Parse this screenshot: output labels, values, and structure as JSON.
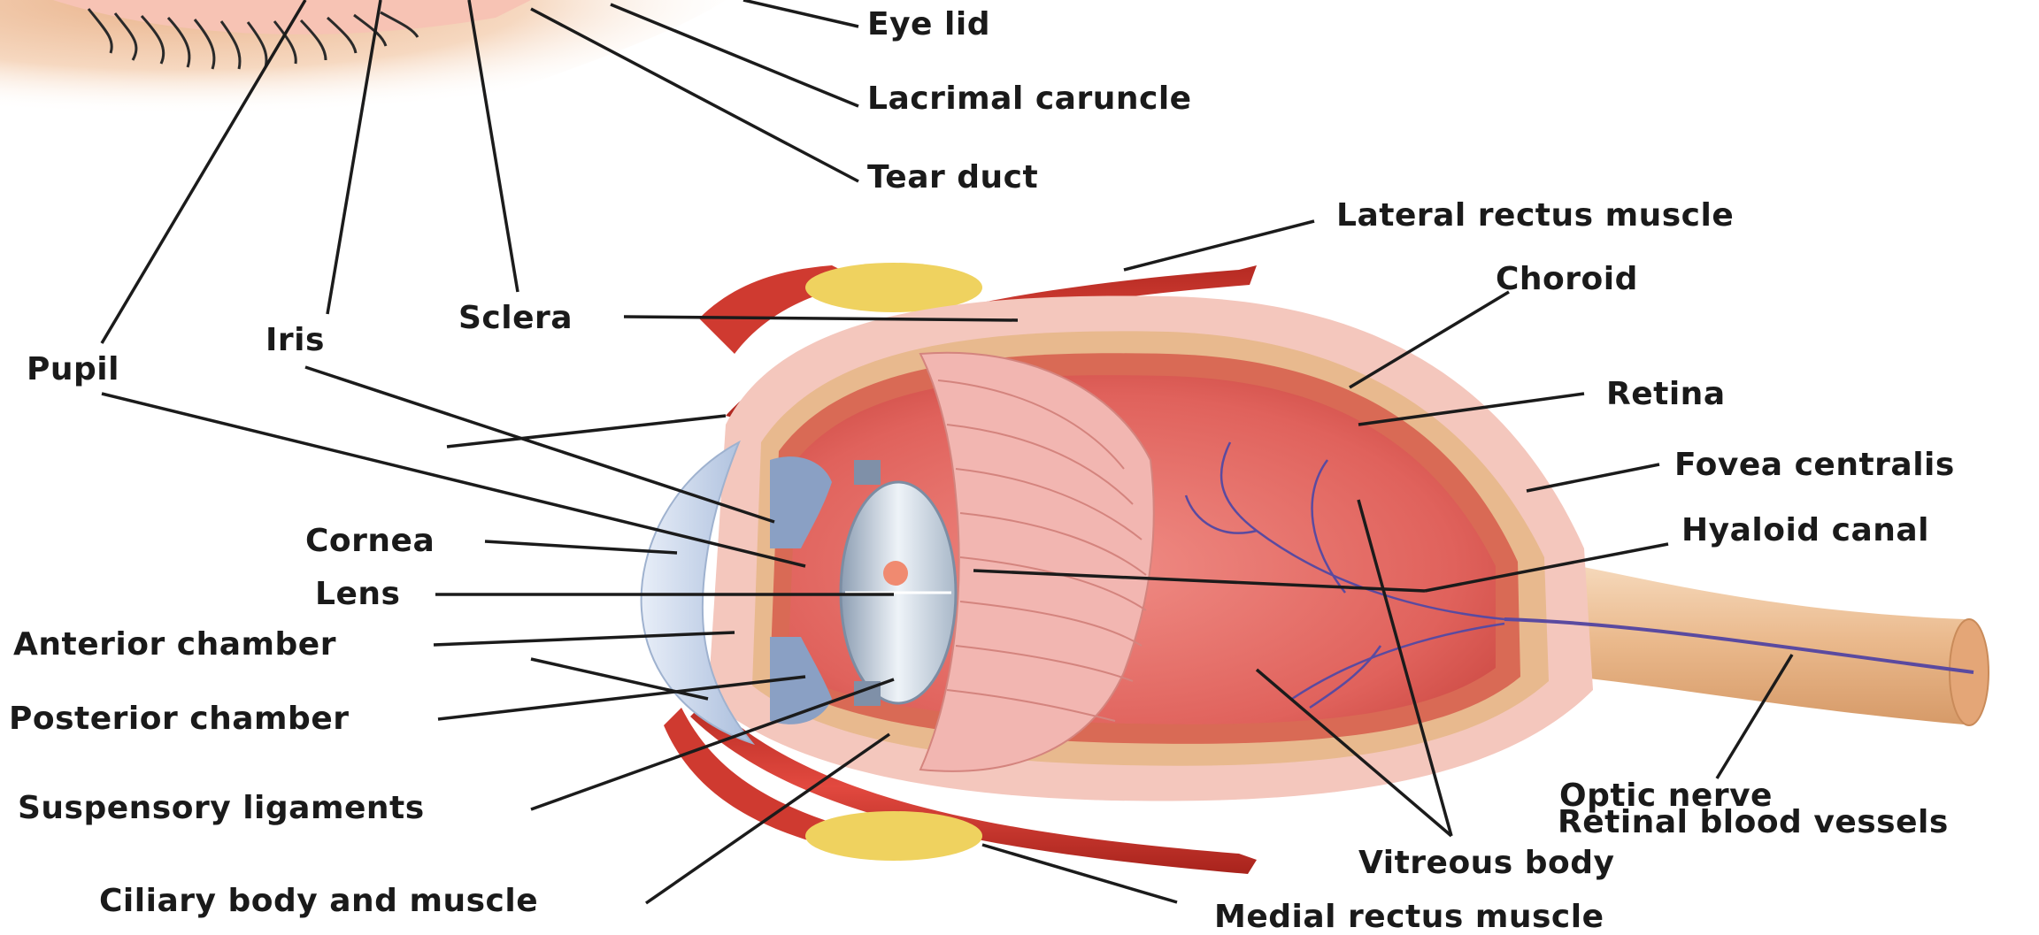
{
  "labels": {
    "eye_lid": "Eye lid",
    "lacrimal_caruncle": "Lacrimal caruncle",
    "tear_duct": "Tear duct",
    "lateral_rectus_muscle": "Lateral rectus muscle",
    "choroid": "Choroid",
    "sclera": "Sclera",
    "iris": "Iris",
    "pupil": "Pupil",
    "retina": "Retina",
    "fovea_centralis": "Fovea centralis",
    "cornea": "Cornea",
    "hyaloid_canal": "Hyaloid canal",
    "lens": "Lens",
    "anterior_chamber": "Anterior chamber",
    "posterior_chamber": "Posterior chamber",
    "suspensory_ligaments": "Suspensory ligaments",
    "optic_nerve": "Optic nerve",
    "retinal_blood_vessels": "Retinal blood vessels",
    "vitreous_body": "Vitreous body",
    "ciliary_body_and_muscle": "Ciliary body and muscle",
    "medial_rectus_muscle": "Medial rectus muscle"
  },
  "colors": {
    "sclera": "#f6cfc6",
    "choroid": "#e7b98d",
    "retina": "#d9664f",
    "vitreous": "#e56563",
    "muscle": "#d6372f",
    "fat": "#efd25f",
    "ciliary": "#f3b4b0",
    "cornea": "#c9d8ec",
    "lens": "#b9c6d4",
    "vessel": "#5a4aa0",
    "optic_nerve": "#f0c9a0",
    "leader_line": "#1b1b1b",
    "skin": "#f3c9a4"
  }
}
